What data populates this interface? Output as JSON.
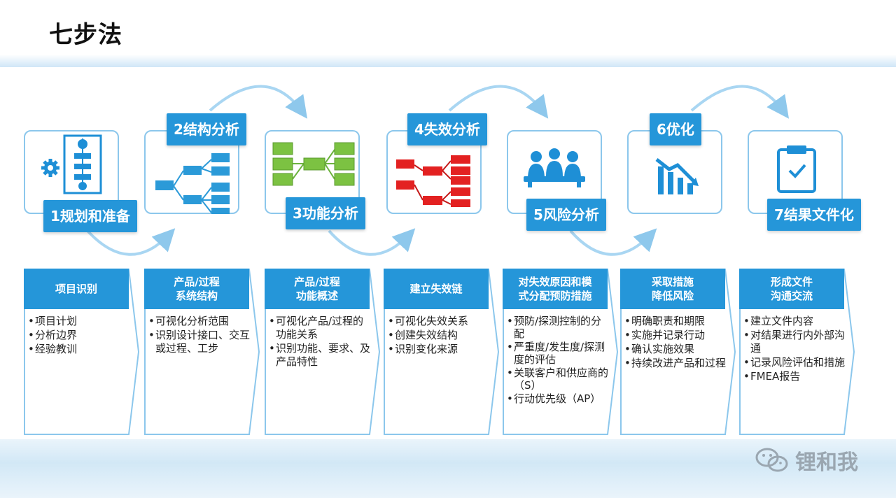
{
  "page": {
    "title": "七步法"
  },
  "steps": [
    {
      "label": "1规划和准备",
      "icon": "gear-flow-icon"
    },
    {
      "label": "2结构分析",
      "icon": "tree-structure-icon"
    },
    {
      "label": "3功能分析",
      "icon": "function-network-icon"
    },
    {
      "label": "4失效分析",
      "icon": "failure-network-icon"
    },
    {
      "label": "5风险分析",
      "icon": "meeting-icon"
    },
    {
      "label": "6优化",
      "icon": "declining-chart-icon"
    },
    {
      "label": "7结果文件化",
      "icon": "clipboard-check-icon"
    }
  ],
  "details": [
    {
      "head": [
        "项目识别"
      ],
      "items": [
        "项目计划",
        "分析边界",
        "经验教训"
      ]
    },
    {
      "head": [
        "产品/过程",
        "系统结构"
      ],
      "items": [
        "可视化分析范围",
        "识别设计接口、交互或过程、工步"
      ]
    },
    {
      "head": [
        "产品/过程",
        "功能概述"
      ],
      "items": [
        "可视化产品/过程的功能关系",
        "识别功能、要求、及产品特性"
      ]
    },
    {
      "head": [
        "建立失效链"
      ],
      "items": [
        "可视化失效关系",
        "创建失效结构",
        "识别变化来源"
      ]
    },
    {
      "head": [
        "对失效原因和模",
        "式分配预防措施"
      ],
      "items": [
        "预防/探测控制的分配",
        "严重度/发生度/探测度的评估",
        "关联客户和供应商的（S）",
        "行动优先级（AP）"
      ]
    },
    {
      "head": [
        "采取措施",
        "降低风险"
      ],
      "items": [
        "明确职责和期限",
        "实施并记录行动",
        "确认实施效果",
        "持续改进产品和过程"
      ]
    },
    {
      "head": [
        "形成文件",
        "沟通交流"
      ],
      "items": [
        "建立文件内容",
        "对结果进行内外部沟通",
        "记录风险评估和措施",
        "FMEA报告"
      ]
    }
  ],
  "watermark": {
    "text": "锂和我",
    "icon": "wechat-icon"
  },
  "colors": {
    "accent": "#2596d9",
    "card_border": "#8cc7ec",
    "green": "#7cc242",
    "red": "#e32121"
  }
}
